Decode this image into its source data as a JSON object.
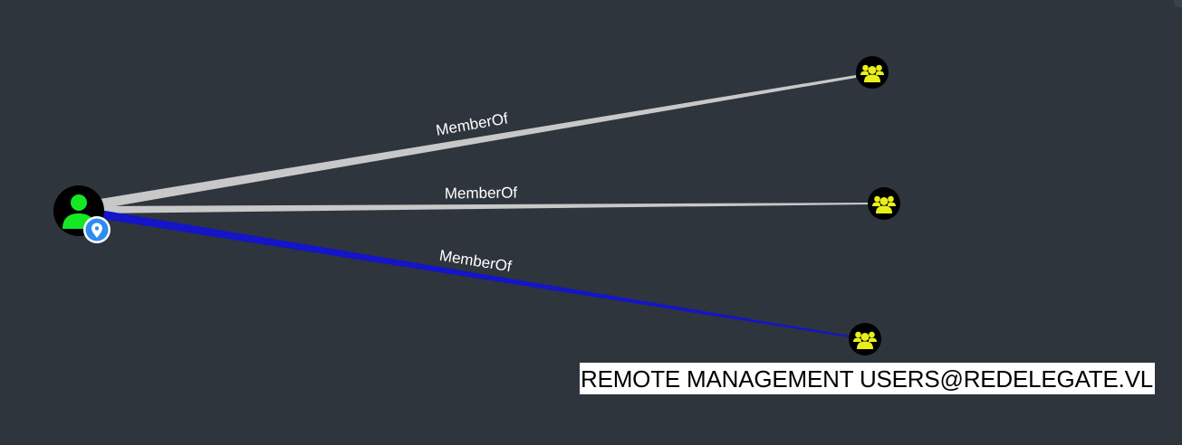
{
  "graph": {
    "colors": {
      "background": "#2e353c",
      "edge_default": "#c8c8c8",
      "edge_highlighted": "#1414c8",
      "user_node": "#17e625",
      "group_node": "#e9ef1b",
      "node_background": "#000000",
      "marker_badge": "#2d8cf0"
    },
    "source_node": {
      "type": "user",
      "icon": "user-icon",
      "badge_icon": "map-marker-icon"
    },
    "target_nodes": [
      {
        "type": "group",
        "icon": "users-group-icon",
        "label": ""
      },
      {
        "type": "group",
        "icon": "users-group-icon",
        "label": ""
      },
      {
        "type": "group",
        "icon": "users-group-icon",
        "label": "REMOTE MANAGEMENT USERS@REDELEGATE.VL"
      }
    ],
    "edges": [
      {
        "label": "MemberOf",
        "highlighted": false
      },
      {
        "label": "MemberOf",
        "highlighted": false
      },
      {
        "label": "MemberOf",
        "highlighted": true
      }
    ]
  }
}
